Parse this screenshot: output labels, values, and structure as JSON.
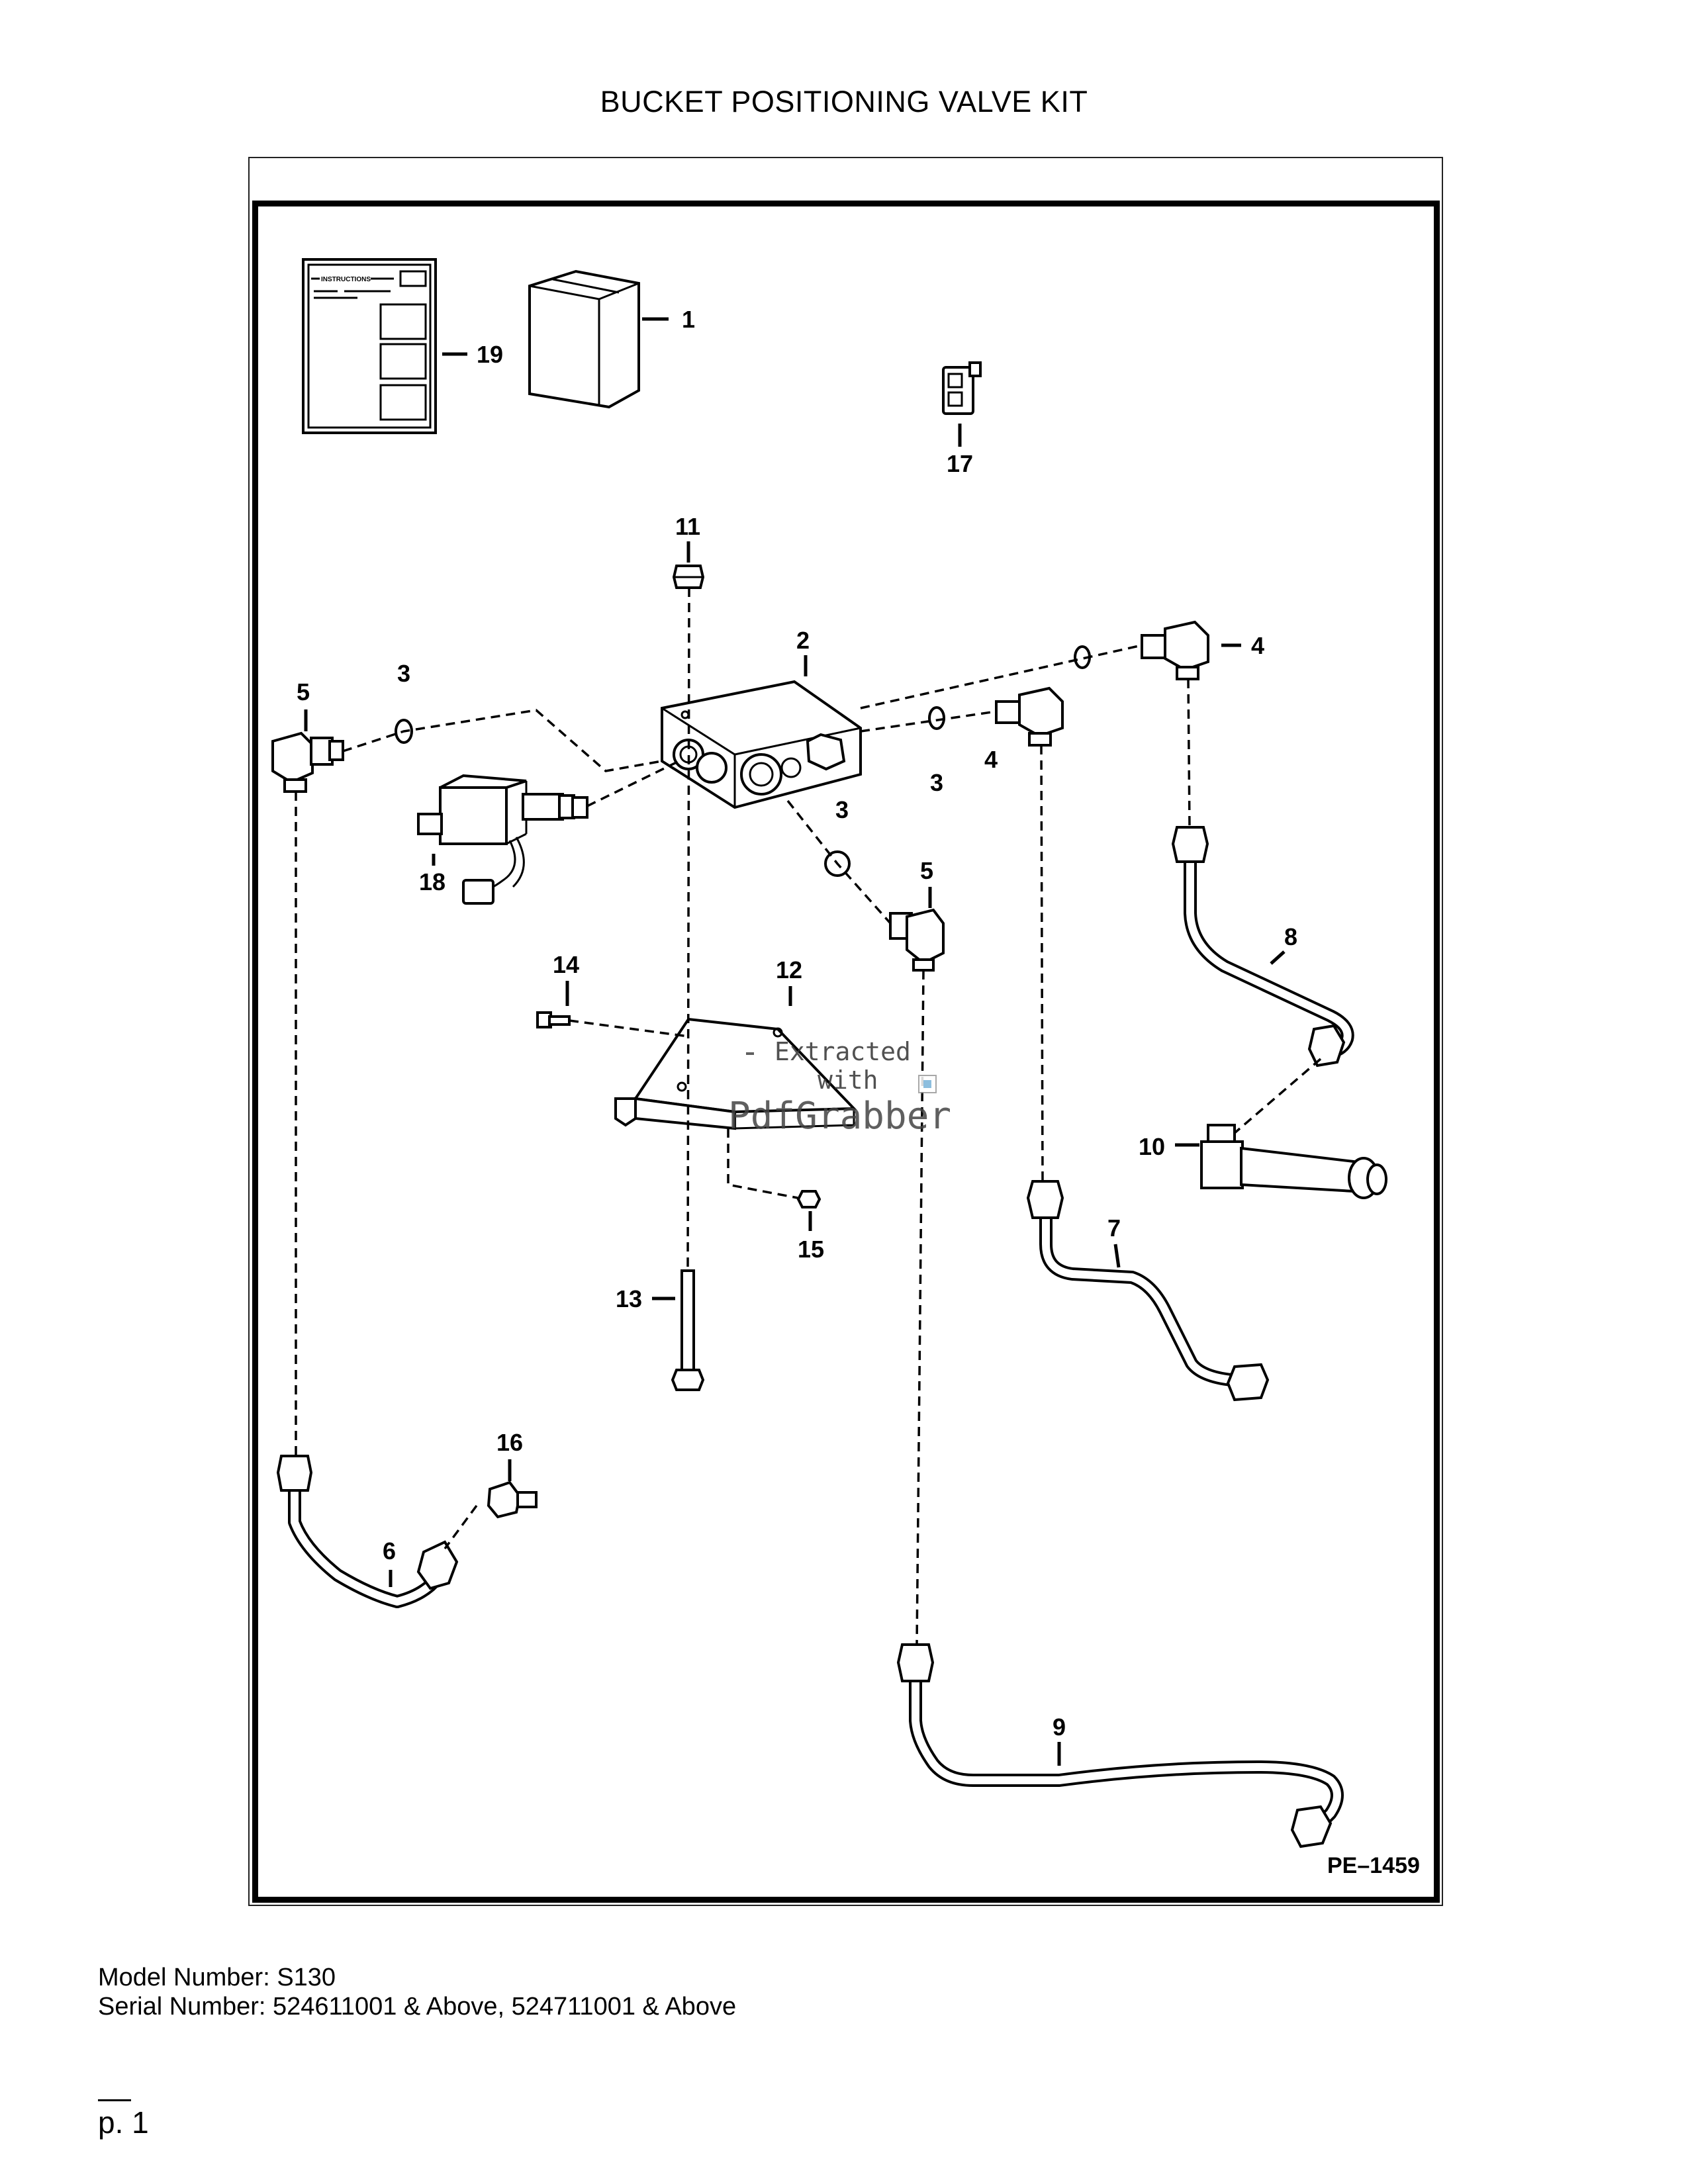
{
  "title": "BUCKET POSITIONING VALVE KIT",
  "diagram": {
    "figure_ref": "PE–1459",
    "instructions_label": "INSTRUCTIONS",
    "callouts": {
      "c1": "1",
      "c2": "2",
      "c3a": "3",
      "c3b": "3",
      "c3c": "3",
      "c4a": "4",
      "c4b": "4",
      "c5a": "5",
      "c5b": "5",
      "c6": "6",
      "c7": "7",
      "c8": "8",
      "c9": "9",
      "c10": "10",
      "c11": "11",
      "c12": "12",
      "c13": "13",
      "c14": "14",
      "c15": "15",
      "c16": "16",
      "c17": "17",
      "c18": "18",
      "c19": "19"
    },
    "watermark": {
      "line1": "Extracted",
      "line2": "with",
      "line3": "PdfGrabber"
    }
  },
  "footer": {
    "model": "Model Number: S130",
    "serial": "Serial Number: 524611001 & Above, 524711001 & Above",
    "page": "p. 1"
  }
}
